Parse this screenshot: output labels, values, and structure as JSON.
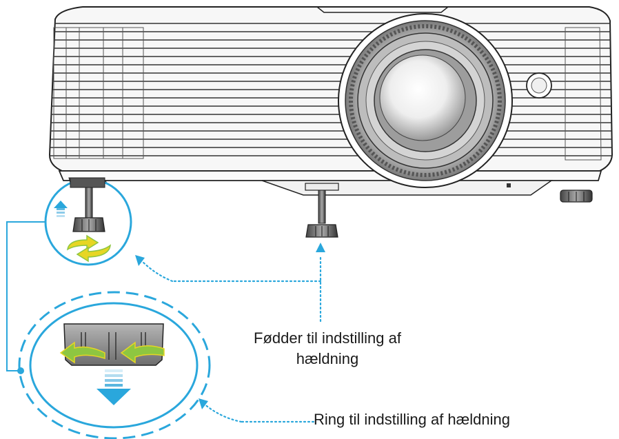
{
  "labels": {
    "feet_line1": "Fødder til indstilling af",
    "feet_line2": "hældning",
    "ring": "Ring til indstilling af hældning"
  },
  "colors": {
    "callout_blue": "#2aa7dc",
    "arrow_green": "#8ec641",
    "arrow_yellow": "#e7d623",
    "outline": "#222222",
    "lens_glass": "#e8e8e8"
  },
  "icons": [
    "up-arrow-icon",
    "rotate-arrows-icon",
    "down-arrow-icon",
    "curved-left-arrow-icon"
  ]
}
